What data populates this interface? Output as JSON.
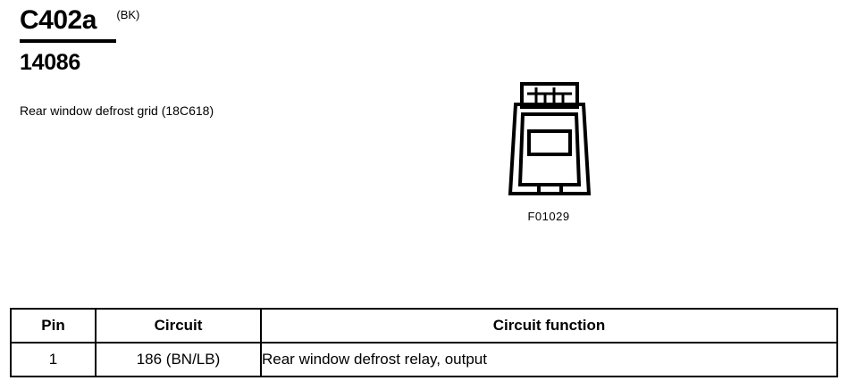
{
  "header": {
    "connector_id": "C402a",
    "connector_color": "(BK)",
    "part_number": "14086",
    "description": "Rear window defrost grid (18C618)"
  },
  "connector_figure": {
    "code": "F01029",
    "shape_name": "connector-housing-illustration"
  },
  "pin_table": {
    "columns": [
      "Pin",
      "Circuit",
      "Circuit function"
    ],
    "rows": [
      {
        "pin": "1",
        "circuit": "186 (BN/LB)",
        "function": "Rear window defrost relay, output"
      }
    ]
  },
  "colors": {
    "ink": "#000000",
    "paper": "#ffffff"
  }
}
